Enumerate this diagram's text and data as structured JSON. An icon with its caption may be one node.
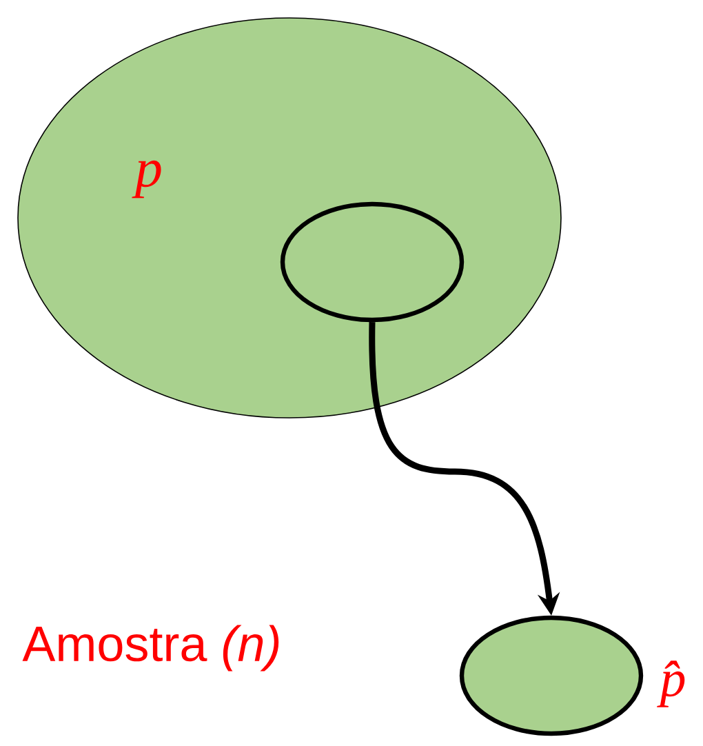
{
  "diagram": {
    "nodes": [
      {
        "text": [
          "p"
        ]
      },
      {
        "text": [],
        "shape": "ellipse",
        "in": 0
      },
      {
        "text": [],
        "shape": "ellipse",
        "beside": [
          "p̂"
        ]
      }
    ],
    "edges": [
      {
        "from": 1,
        "to": 2,
        "arrow": "to"
      }
    ],
    "labels": [
      "Amostra *(n)*"
    ]
  }
}
